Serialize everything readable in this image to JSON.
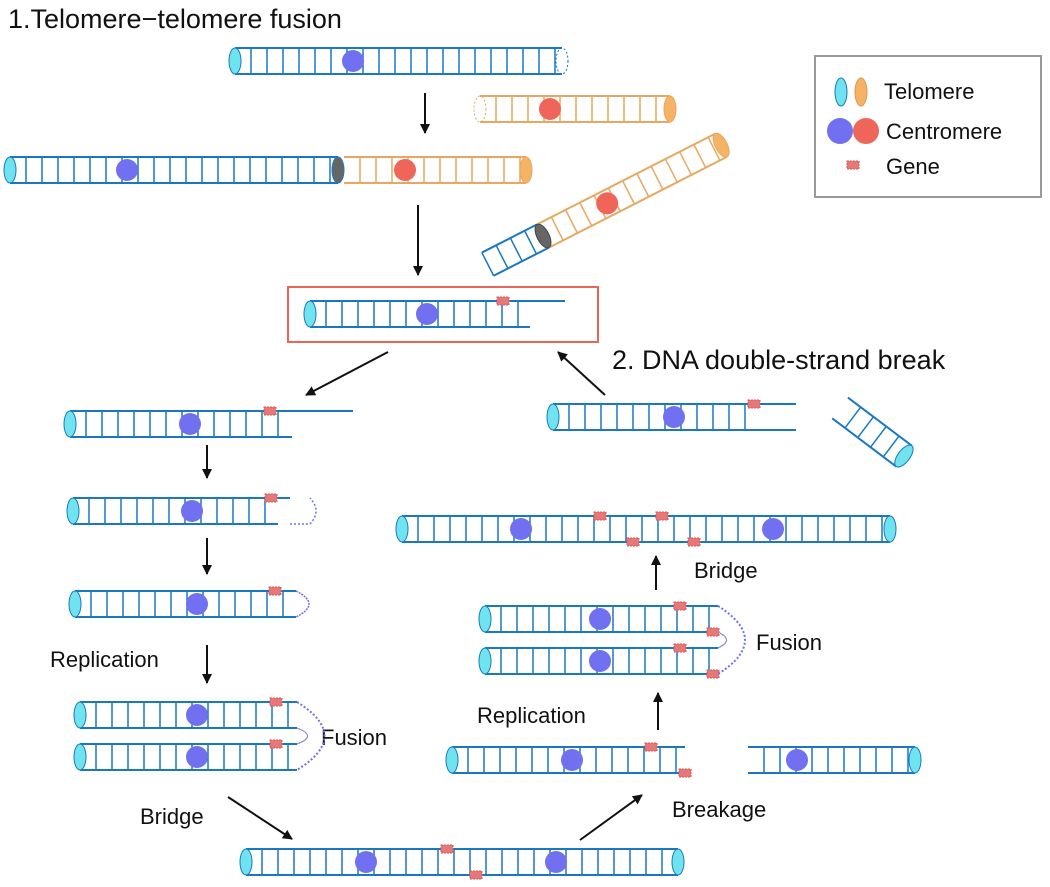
{
  "sections": {
    "telomere_fusion": "1.Telomere−telomere fusion",
    "dsb": "2. DNA double-strand break"
  },
  "legend": {
    "telomere": "Telomere",
    "centromere": "Centromere",
    "gene": "Gene"
  },
  "steps": {
    "replication_left": "Replication",
    "fusion_left": "Fusion",
    "bridge_left": "Bridge",
    "breakage": "Breakage",
    "replication_right": "Replication",
    "fusion_right": "Fusion",
    "bridge_right": "Bridge"
  },
  "colors": {
    "dna_blue": "#1a78c2",
    "telomere_cyan": "#6fe3ee",
    "telomere_orange": "#f5b366",
    "strand_orange": "#e8a860",
    "centromere_blue": "#7070f0",
    "centromere_red": "#f0655a",
    "gene_red": "#e87878",
    "fused_telomere": "#666666",
    "highlight_box": "#e8655a",
    "arrow": "#111111"
  }
}
